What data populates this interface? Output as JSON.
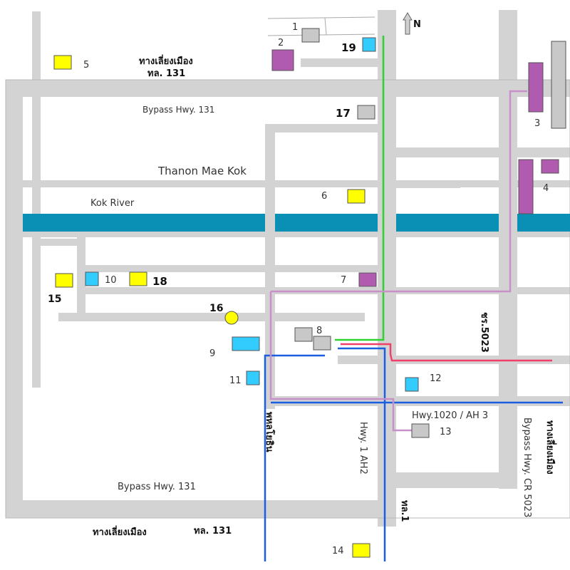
{
  "map": {
    "north_label": "N",
    "roads": {
      "bypass_top": "Bypass Hwy. 131",
      "thanon_mae_kok": "Thanon Mae Kok",
      "bypass_bottom": "Bypass Hwy. 131",
      "bypass_right": "Bypass Hwy. CR 5023",
      "hwy1": "Hwy. 1   AH2",
      "hwy1020": "Hwy.1020 / AH 3"
    },
    "river": "Kok River",
    "thai": {
      "bypass_top_l1": "ทางเลี่ยงเมือง",
      "bypass_top_l2": "ทล. 131",
      "bypass_bottom_l1": "ทางเลี่ยงเมือง",
      "bypass_bottom_l2": "ทล. 131",
      "right_bypass": "ทางเลี่ยงเมือง",
      "phahon": "พหลโยธิน",
      "thl1": "ทล.1",
      "chr5023": "ชร.5023"
    },
    "markers": [
      {
        "id": "1",
        "label": "1"
      },
      {
        "id": "2",
        "label": "2"
      },
      {
        "id": "3",
        "label": "3"
      },
      {
        "id": "4",
        "label": "4"
      },
      {
        "id": "5",
        "label": "5"
      },
      {
        "id": "6",
        "label": "6"
      },
      {
        "id": "7",
        "label": "7"
      },
      {
        "id": "8",
        "label": "8"
      },
      {
        "id": "9",
        "label": "9"
      },
      {
        "id": "10",
        "label": "10"
      },
      {
        "id": "11",
        "label": "11"
      },
      {
        "id": "12",
        "label": "12"
      },
      {
        "id": "13",
        "label": "13"
      },
      {
        "id": "14",
        "label": "14"
      },
      {
        "id": "15",
        "label": "15"
      },
      {
        "id": "16",
        "label": "16"
      },
      {
        "id": "17",
        "label": "17"
      },
      {
        "id": "18",
        "label": "18"
      },
      {
        "id": "19",
        "label": "19"
      }
    ],
    "colors": {
      "road": "#d3d3d3",
      "river": "#0a8fb5",
      "route_green": "#2fd12f",
      "route_blue": "#1a5fe0",
      "route_pink": "#f0406a",
      "route_lilac": "#c890c8",
      "marker_yellow": "#ffff00",
      "marker_cyan": "#33ccff",
      "marker_purple": "#b05ab0",
      "marker_gray": "#c8c8c8"
    }
  }
}
